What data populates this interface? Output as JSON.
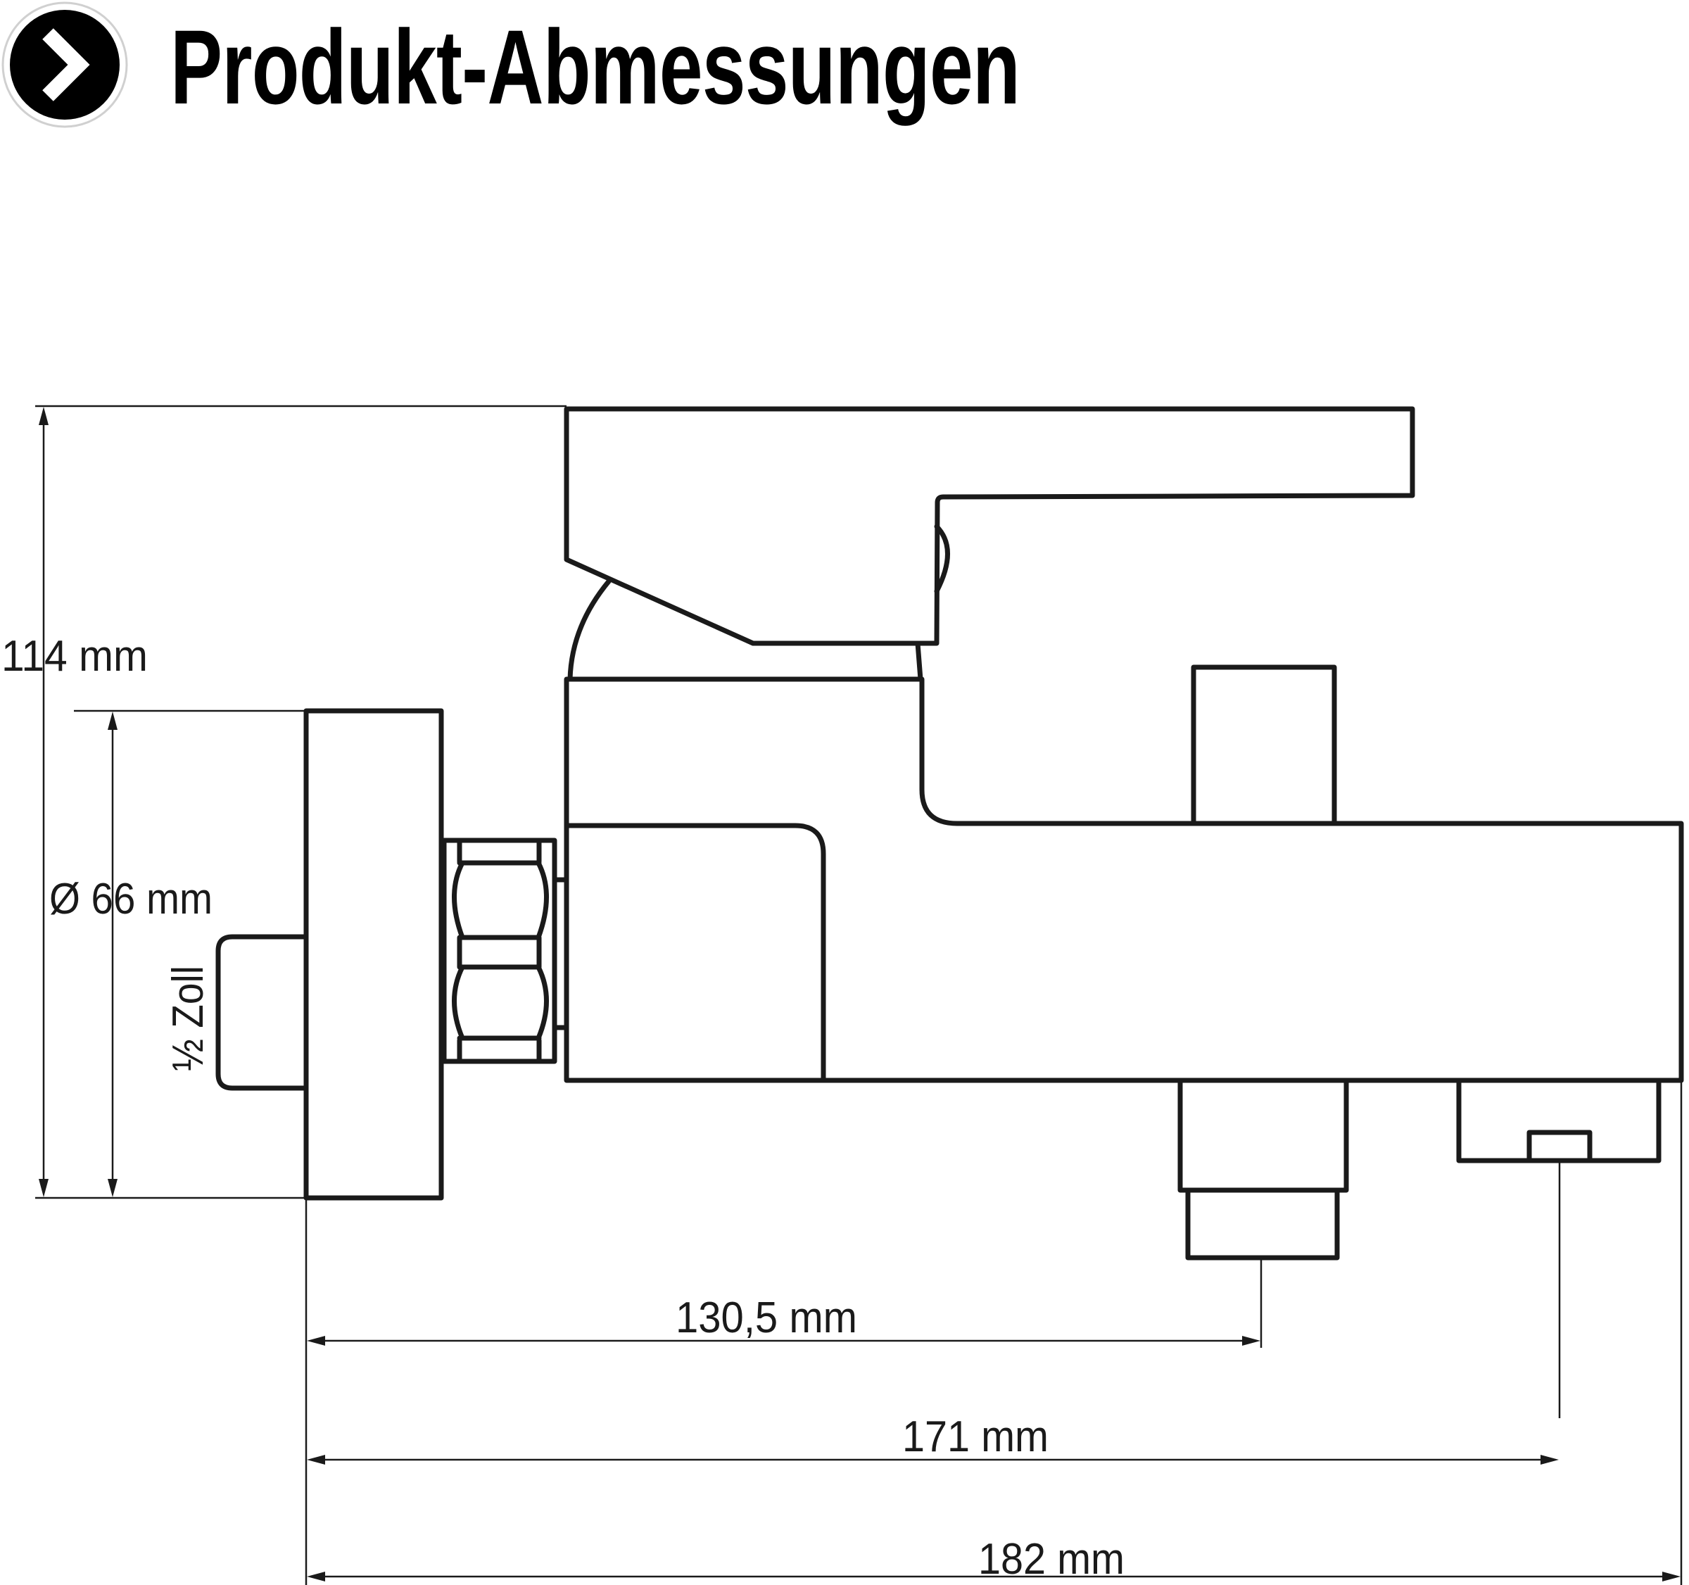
{
  "header": {
    "title": "Produkt-Abmessungen",
    "icon": "chevron-right-circle-icon",
    "icon_color": "#000000"
  },
  "dimensions": {
    "height": "114 mm",
    "diameter": "Ø 66 mm",
    "thread": "½ Zoll",
    "spout_distance": "130,5 mm",
    "shower_outlet_distance": "171 mm",
    "total_length": "182 mm"
  },
  "colors": {
    "line": "#1a1a1a",
    "background": "#ffffff"
  }
}
